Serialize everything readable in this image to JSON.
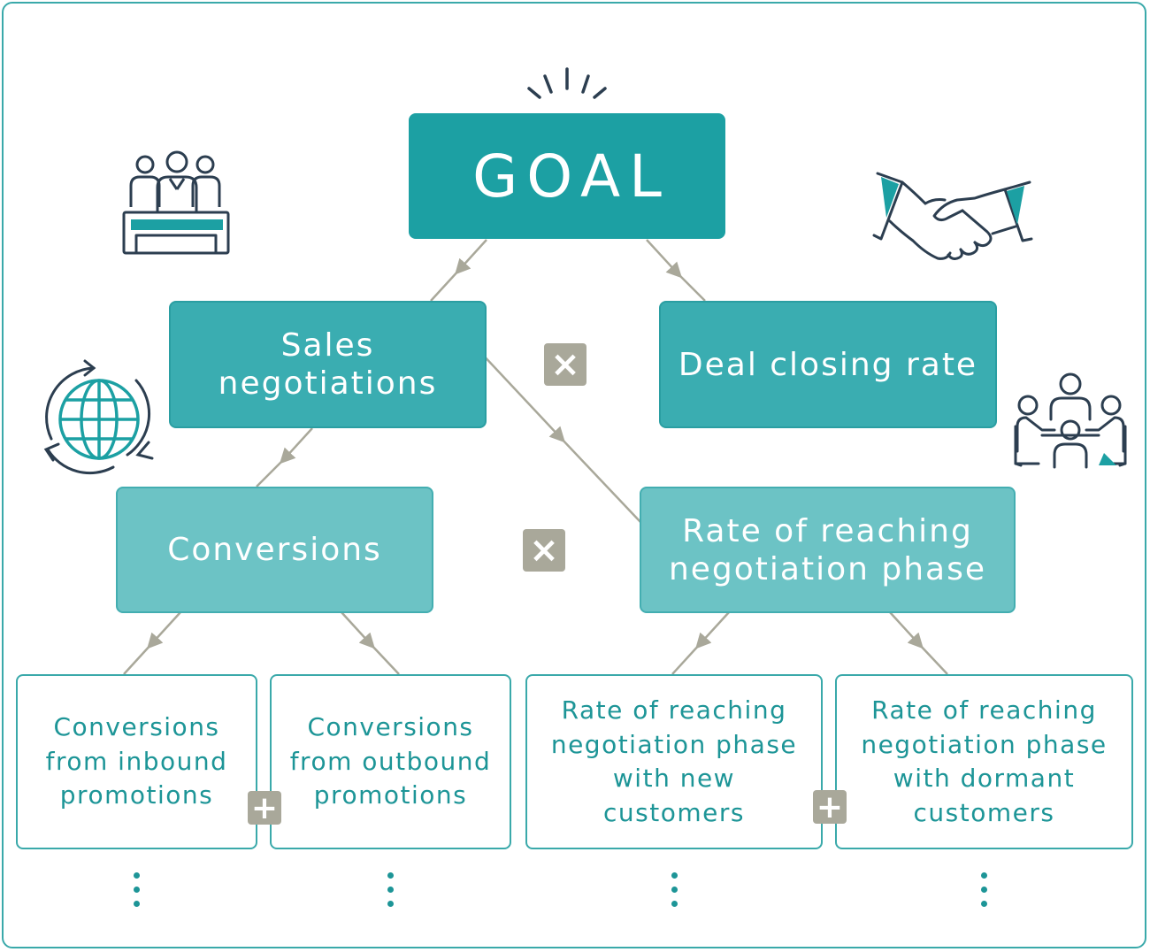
{
  "goal": {
    "label": "GOAL"
  },
  "level1": {
    "left": "Sales negotiations",
    "right": "Deal closing rate"
  },
  "level2": {
    "left": "Conversions",
    "right": "Rate of reaching negotiation phase"
  },
  "leaves": [
    "Conversions from inbound promotions",
    "Conversions from outbound promotions",
    "Rate of reaching negotiation phase with new customers",
    "Rate of reaching negotiation phase with dormant customers"
  ],
  "operators": {
    "times": "×",
    "plus": "+"
  },
  "icons": [
    "team-icon",
    "handshake-icon",
    "globe-cycle-icon",
    "meeting-icon",
    "burst-icon"
  ],
  "colors": {
    "goal": "#1ca0a3",
    "level1": "#3aadb1",
    "level2": "#6cc3c5",
    "leaf_text": "#1d9597",
    "operator": "#a9a89a",
    "connector": "#a9a89a"
  }
}
